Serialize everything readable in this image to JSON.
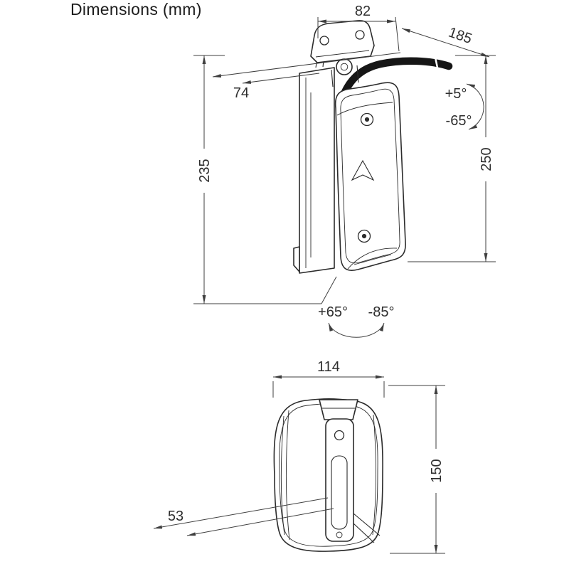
{
  "title": "Dimensions (mm)",
  "front_view": {
    "top_width": "82",
    "arm_depth": "185",
    "wall_offset": "74",
    "height_left": "235",
    "height_right": "250",
    "tilt_up": "+5°",
    "tilt_down": "-65°",
    "swivel_left": "+65°",
    "swivel_right": "-85°"
  },
  "top_view": {
    "width": "114",
    "depth": "150",
    "bracket_offset": "53"
  }
}
